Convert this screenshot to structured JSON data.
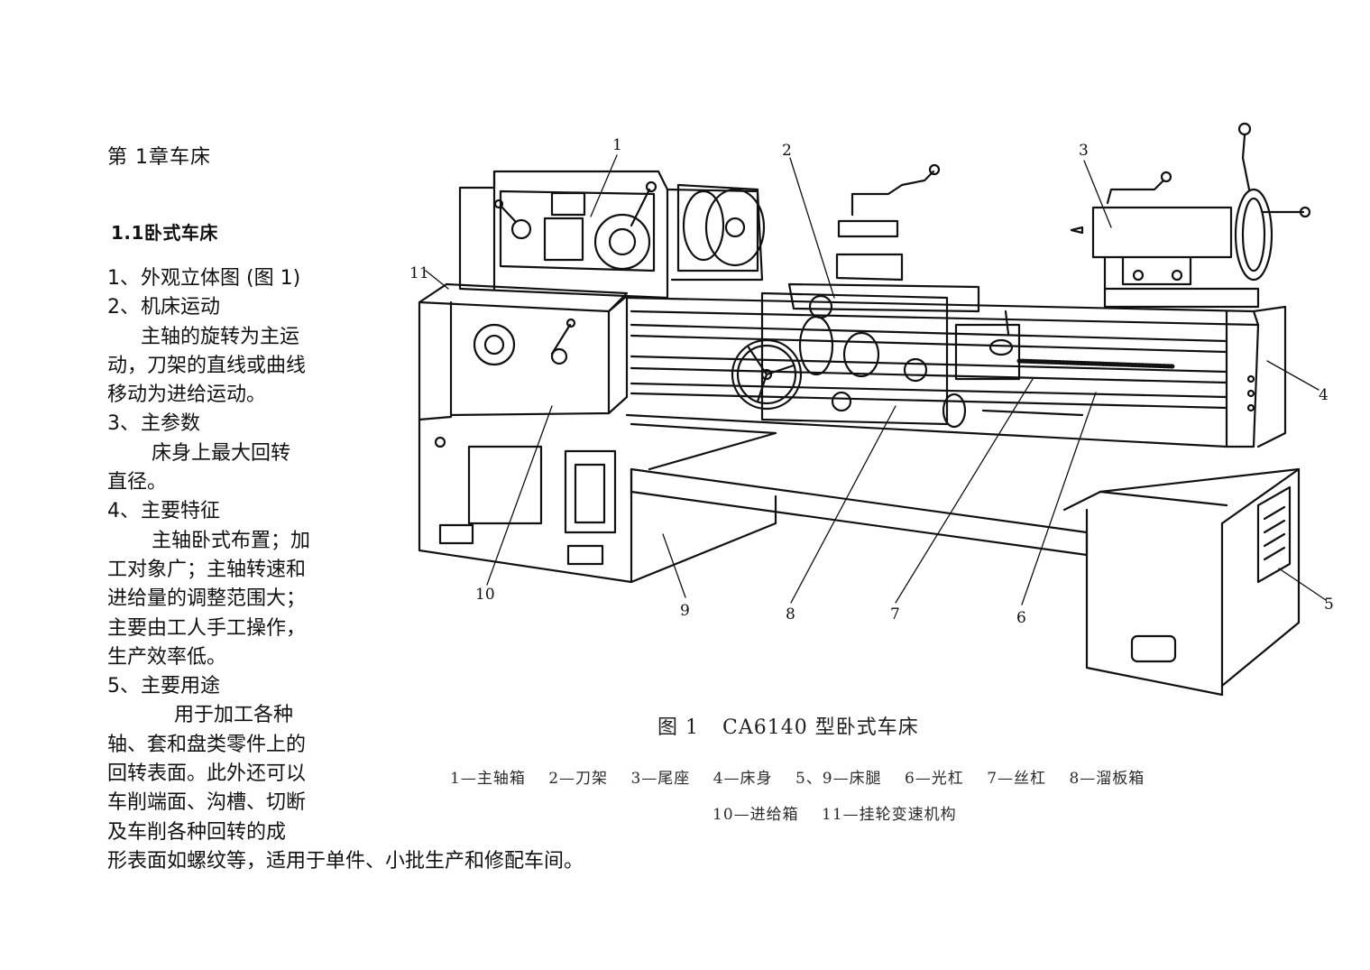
{
  "document": {
    "chapter_title": "第  1章车床",
    "section_title": "1.1卧式车床",
    "items": [
      {
        "number": "1、",
        "heading": "外观立体图 (图 1)"
      },
      {
        "number": "2、",
        "heading": "机床运动"
      },
      {
        "number": "3、",
        "heading": "主参数"
      },
      {
        "number": "4、",
        "heading": "主要特征"
      },
      {
        "number": "5、",
        "heading": "主要用途"
      }
    ],
    "motion_lines": [
      "主轴的旋转为主运",
      "动，刀架的直线或曲线",
      "移动为进给运动。"
    ],
    "param_lines": [
      "床身上最大回转",
      "直径。"
    ],
    "feature_lines": [
      "主轴卧式布置；加",
      "工对象广；主轴转速和",
      "进给量的调整范围大；",
      "主要由工人手工操作，",
      "生产效率低。"
    ],
    "usage_lines": [
      "用于加工各种",
      "轴、套和盘类零件上的",
      "回转表面。此外还可以",
      "车削端面、沟槽、切断",
      "及车削各种回转的成",
      "形表面如螺纹等，适用于单件、小批生产和修配车间。"
    ]
  },
  "figure": {
    "number_label": "图 1",
    "title": "CA6140 型卧式车床",
    "callouts": [
      "1",
      "2",
      "3",
      "4",
      "5",
      "6",
      "7",
      "8",
      "9",
      "10",
      "11"
    ],
    "legend_row_1": [
      "1—主轴箱",
      "2—刀架",
      "3—尾座",
      "4—床身",
      "5、9—床腿",
      "6—光杠",
      "7—丝杠",
      "8—溜板箱"
    ],
    "legend_row_2": [
      "10—进给箱",
      "11—挂轮变速机构"
    ]
  }
}
